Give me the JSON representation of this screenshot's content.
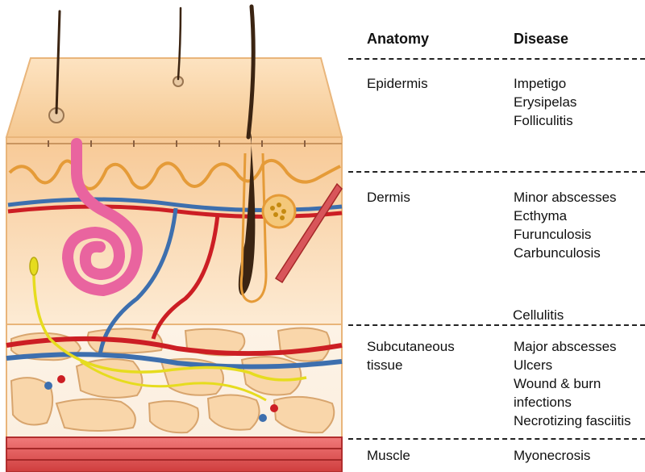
{
  "headers": {
    "anatomy": "Anatomy",
    "disease": "Disease"
  },
  "rows": [
    {
      "anatomy": [
        "Epidermis"
      ],
      "diseases": [
        "Impetigo",
        "Erysipelas",
        "Folliculitis"
      ]
    },
    {
      "anatomy": [
        "Dermis"
      ],
      "diseases": [
        "Minor abscesses",
        "Ecthyma",
        "Furunculosis",
        "Carbunculosis"
      ]
    },
    {
      "anatomy": [
        "Subcutaneous",
        "tissue"
      ],
      "diseases": [
        "Major abscesses",
        "Ulcers",
        "Wound & burn",
        "infections",
        "Necrotizing fasciitis"
      ]
    },
    {
      "anatomy": [
        "Muscle"
      ],
      "diseases": [
        "Myonecrosis"
      ]
    }
  ],
  "spanning_label": "Cellulitis",
  "colors": {
    "skin": "#f8d0a2",
    "epidermis_top": "#fde0ba",
    "artery": "#cc1e24",
    "vein": "#3d6fae",
    "gland": "#e9649f",
    "nerve": "#e6dc1e",
    "muscle": "#e05a5a",
    "hair": "#3b2412",
    "fat": "#f9d7ae"
  }
}
